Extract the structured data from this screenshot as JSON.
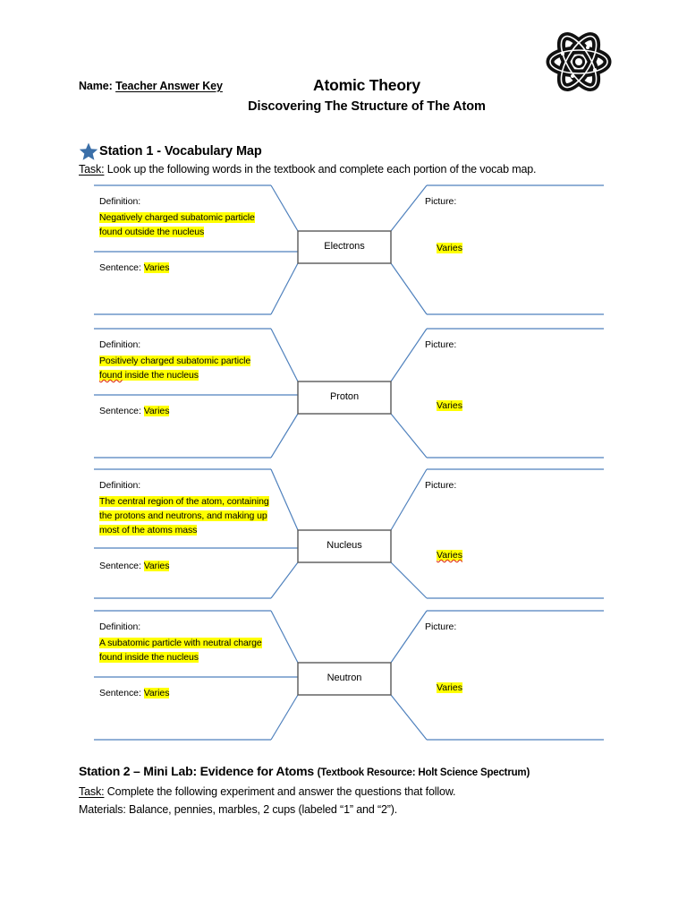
{
  "header": {
    "name_label": "Name:",
    "name_value": "Teacher Answer Key",
    "title": "Atomic Theory",
    "subtitle": "Discovering The Structure of The Atom",
    "logo_icon": "atom-icon"
  },
  "station1": {
    "star_icon": "star-icon",
    "heading": "Station 1 - Vocabulary Map",
    "task_label": "Task:",
    "task_text": " Look up the following words in the textbook and complete each portion of the vocab map.",
    "labels": {
      "definition": "Definition:",
      "sentence": "Sentence:",
      "picture": "Picture:"
    },
    "blocks": [
      {
        "term": "Electrons",
        "definition_lines": [
          "Negatively charged subatomic particle",
          "found outside the nucleus"
        ],
        "definition_misspelled": [],
        "sentence_value": "Varies",
        "sentence_misspelled": false,
        "picture_value": "Varies",
        "picture_misspelled": false
      },
      {
        "term": "Proton",
        "definition_lines": [
          "Positively charged subatomic particle",
          "found inside the nucleus"
        ],
        "definition_misspelled": [
          "found"
        ],
        "sentence_value": "Varies",
        "sentence_misspelled": false,
        "picture_value": "Varies",
        "picture_misspelled": false
      },
      {
        "term": "Nucleus",
        "definition_lines": [
          "The central region of the atom, containing",
          "the protons and neutrons, and making up",
          "most of the atoms mass"
        ],
        "definition_misspelled": [],
        "sentence_value": "Varies",
        "sentence_misspelled": false,
        "picture_value": "Varies",
        "picture_misspelled": true
      },
      {
        "term": "Neutron",
        "definition_lines": [
          "A subatomic particle with neutral charge",
          "found inside the nucleus"
        ],
        "definition_misspelled": [],
        "sentence_value": "Varies",
        "sentence_misspelled": false,
        "picture_value": "Varies",
        "picture_misspelled": false
      }
    ]
  },
  "station2": {
    "heading_main": "Station 2 – Mini Lab: Evidence for Atoms ",
    "heading_paren": "(Textbook Resource: Holt Science Spectrum)",
    "task_label": "Task:",
    "task_text": " Complete the following experiment and answer the questions that follow.",
    "materials_text": "Materials: Balance, pennies, marbles, 2 cups (labeled “1” and “2”)."
  },
  "colors": {
    "map_line": "#4f81bd",
    "box_border": "#595959",
    "highlight": "#ffff00",
    "star": "#3b6fa8",
    "spellcheck": "#e03010"
  }
}
